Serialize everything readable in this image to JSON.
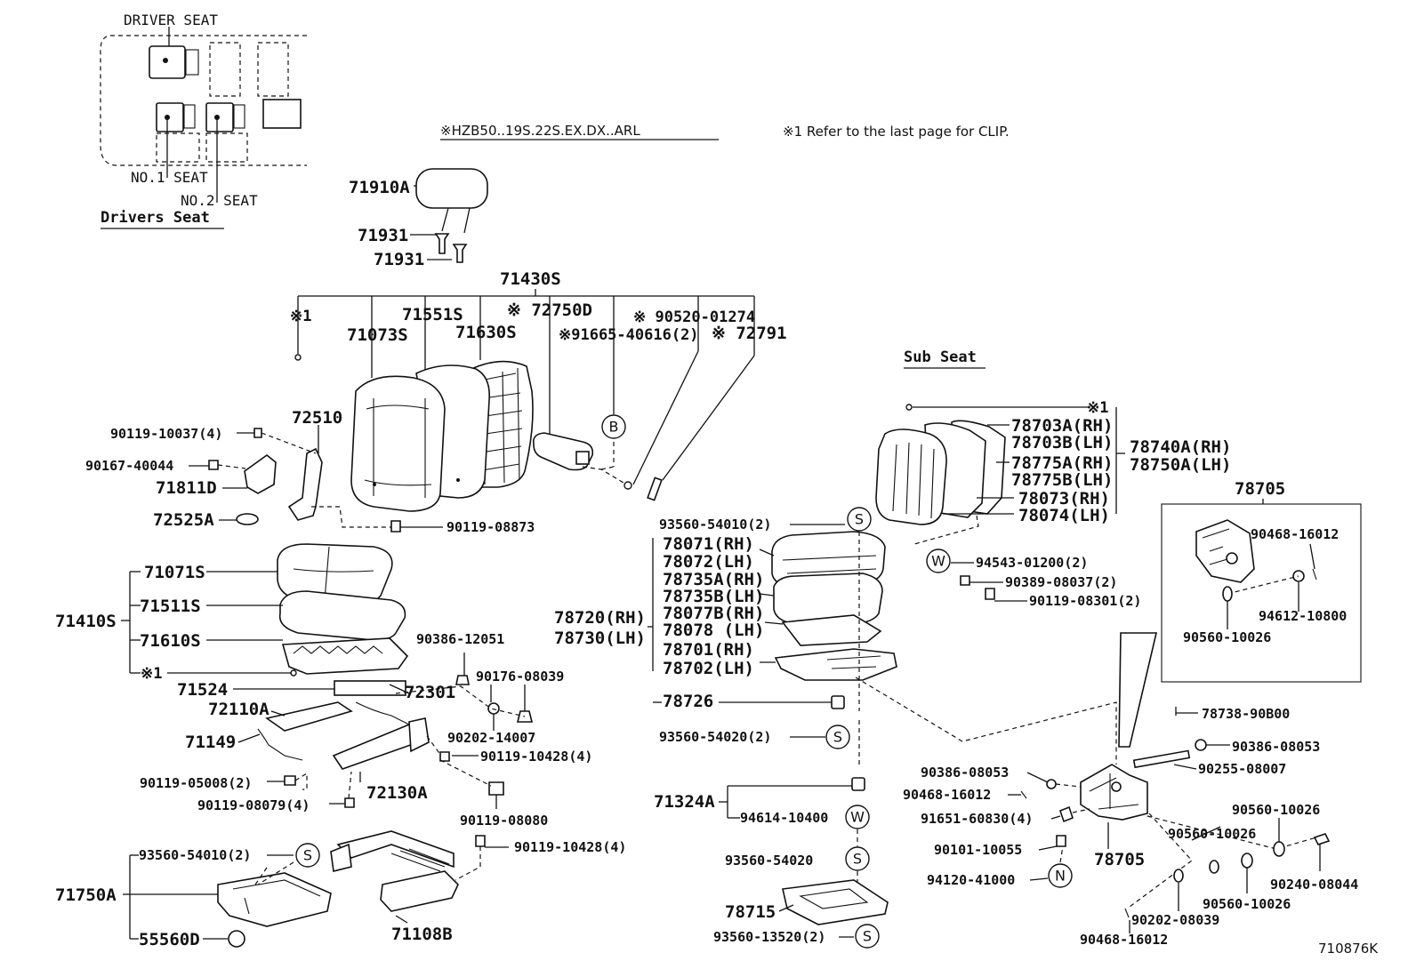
{
  "header": {
    "driver_seat": "DRIVER SEAT",
    "no1_seat": "NO.1 SEAT",
    "no2_seat": "NO.2 SEAT",
    "drivers_seat": "Drivers Seat",
    "model_note": "※HZB50..19S.22S.EX.DX..ARL",
    "clip_note": "※1  Refer to the last page for CLIP.",
    "sub_seat": "Sub Seat",
    "figure_code": "710876K"
  },
  "symbols": {
    "B": "B",
    "S": "S",
    "W": "W",
    "N": "N",
    "mark1": "※1"
  },
  "labels": {
    "p71910A": "71910A",
    "p71931a": "71931",
    "p71931b": "71931",
    "p71430S": "71430S",
    "p71551S": "71551S",
    "p72750D": "※ 72750D",
    "p90520": "※ 90520-01274",
    "p71073S": "71073S",
    "p71630S": "71630S",
    "p91665": "※91665-40616(2)",
    "p72791": "※ 72791",
    "p90119_10037": "90119-10037(4)",
    "p72510": "72510",
    "p90167": "90167-40044",
    "p71811D": "71811D",
    "p72525A": "72525A",
    "p90119_08873": "90119-08873",
    "p71071S": "71071S",
    "p71511S": "71511S",
    "p71410S": "71410S",
    "p71610S": "71610S",
    "p90386_12051": "90386-12051",
    "p90176": "90176-08039",
    "p71524": "71524",
    "p72301": "72301",
    "p72110A": "72110A",
    "p71149": "71149",
    "p90202_14007": "90202-14007",
    "p90119_10428a": "90119-10428(4)",
    "p90119_05008": "90119-05008(2)",
    "p72130A": "72130A",
    "p90119_08079": "90119-08079(4)",
    "p90119_08080": "90119-08080",
    "p90119_10428b": "90119-10428(4)",
    "p93560_54010b": "93560-54010(2)",
    "p71750A": "71750A",
    "p71108B": "71108B",
    "p55560D": "55560D",
    "p93560_54010a": "93560-54010(2)",
    "p78071": "78071(RH)",
    "p78072": "78072(LH)",
    "p78735A": "78735A(RH)",
    "p78735B": "78735B(LH)",
    "p78077B": "78077B(RH)",
    "p78078": "78078  (LH)",
    "p78720": "78720(RH)",
    "p78730": "78730(LH)",
    "p78701": "78701(RH)",
    "p78702": "78702(LH)",
    "p78726": "78726",
    "p93560_54020a": "93560-54020(2)",
    "p71324A": "71324A",
    "p94614": "94614-10400",
    "p93560_54020b": "93560-54020",
    "p78715": "78715",
    "p93560_13520": "93560-13520(2)",
    "p78703A": "78703A(RH)",
    "p78703B": "78703B(LH)",
    "p78740A": "78740A(RH)",
    "p78775A": "78775A(RH)",
    "p78750A": "78750A(LH)",
    "p78775B": "78775B(LH)",
    "p78073": "78073(RH)",
    "p78074": "78074(LH)",
    "p78705a": "78705",
    "p90468_16012a": "90468-16012",
    "p94612": "94612-10800",
    "p90560_10026a": "90560-10026",
    "p94543": "94543-01200(2)",
    "p90389": "90389-08037(2)",
    "p90119_08301": "90119-08301(2)",
    "p78738": "78738-90B00",
    "p90386_08053a": "90386-08053",
    "p90386_08053b": "90386-08053",
    "p90255": "90255-08007",
    "p90468_16012b": "90468-16012",
    "p91651": "91651-60830(4)",
    "p90560_10026b": "90560-10026",
    "p90560_10026c": "90560-10026",
    "p90101": "90101-10055",
    "p78705b": "78705",
    "p94120": "94120-41000",
    "p90240": "90240-08044",
    "p90560_10026d": "90560-10026",
    "p90202_08039": "90202-08039",
    "p90468_16012c": "90468-16012"
  }
}
